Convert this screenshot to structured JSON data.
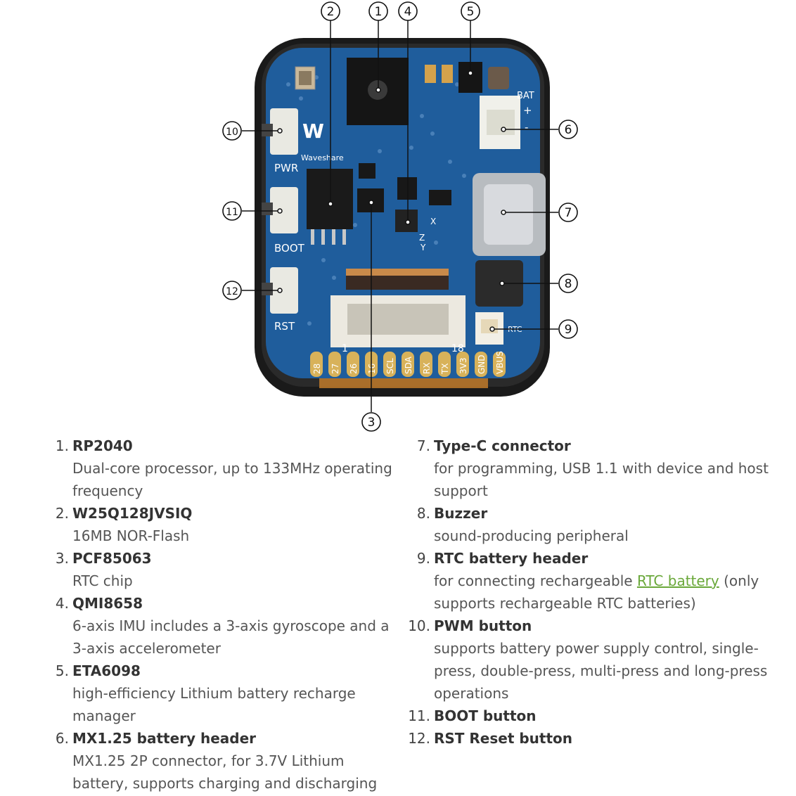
{
  "board": {
    "logo": "Waveshare",
    "labels": {
      "pwr": "PWR",
      "boot": "BOOT",
      "rst": "RST",
      "bat": "BAT",
      "plus": "+",
      "minus": "-",
      "pin1": "1",
      "pin18": "18",
      "rtc": "RTC",
      "axis_x": "X",
      "axis_y": "Y",
      "axis_z": "Z"
    },
    "pins": [
      "28",
      "27",
      "26",
      "16",
      "SCL",
      "SDA",
      "RX",
      "TX",
      "3V3",
      "GND",
      "VBUS"
    ]
  },
  "callouts": [
    "1",
    "2",
    "3",
    "4",
    "5",
    "6",
    "7",
    "8",
    "9",
    "10",
    "11",
    "12"
  ],
  "legend": [
    {
      "num": "1.",
      "title": "RP2040",
      "desc": "Dual-core processor, up to 133MHz operating frequency"
    },
    {
      "num": "2.",
      "title": "W25Q128JVSIQ",
      "desc": "16MB NOR-Flash"
    },
    {
      "num": "3.",
      "title": "PCF85063",
      "desc": "RTC chip"
    },
    {
      "num": "4.",
      "title": "QMI8658",
      "desc": "6-axis IMU includes a 3-axis gyroscope and a 3-axis accelerometer"
    },
    {
      "num": "5.",
      "title": "ETA6098",
      "desc": "high-efficiency Lithium battery recharge manager"
    },
    {
      "num": "6.",
      "title": "MX1.25 battery header",
      "desc": "MX1.25 2P connector, for 3.7V Lithium battery, supports charging and discharging"
    },
    {
      "num": "7.",
      "title": "Type-C connector",
      "desc": "for programming, USB 1.1 with device and host support"
    },
    {
      "num": "8.",
      "title": "Buzzer",
      "desc": "sound-producing peripheral"
    },
    {
      "num": "9.",
      "title": "RTC battery header",
      "desc_pre": "for connecting rechargeable ",
      "desc_link": "RTC battery",
      "desc_post": " (only supports rechargeable RTC batteries)"
    },
    {
      "num": "10.",
      "title": "PWM button",
      "desc": "supports battery power supply control, single-press, double-press, multi-press and long-press operations"
    },
    {
      "num": "11.",
      "title": "BOOT button",
      "desc": ""
    },
    {
      "num": "12.",
      "title": "RST Reset button",
      "desc": ""
    }
  ],
  "colors": {
    "board": "#1f5d9c",
    "bezel": "#1a1a1a",
    "silkscreen": "#ffffff",
    "link": "#6aa83a"
  }
}
